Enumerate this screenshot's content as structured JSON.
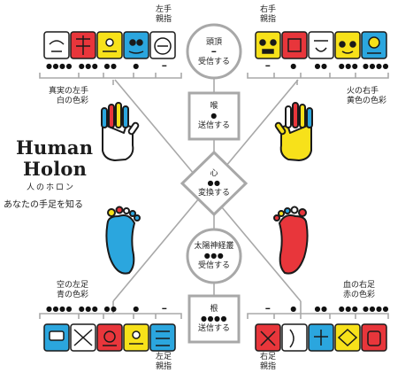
{
  "title": {
    "line1": "Human",
    "line2": "Holon",
    "reading": "人のホロン",
    "tagline": "あなたの手足を知る"
  },
  "nodes": {
    "crown": {
      "label": "頭頂",
      "dots": "━",
      "action": "受信する"
    },
    "throat": {
      "label": "喉",
      "dots": "●",
      "action": "送信する"
    },
    "heart": {
      "label": "心",
      "dots": "●●",
      "action": "変換する"
    },
    "solar": {
      "label": "太陽神経叢",
      "dots": "●●●",
      "action": "受信する"
    },
    "root": {
      "label": "根",
      "dots": "●●●●",
      "action": "送信する"
    }
  },
  "limbs": {
    "left_hand": {
      "line1": "真実の左手",
      "line2": "白の色彩"
    },
    "right_hand": {
      "line1": "火の右手",
      "line2": "黄色の色彩"
    },
    "left_foot": {
      "line1": "空の左足",
      "line2": "青の色彩"
    },
    "right_foot": {
      "line1": "血の右足",
      "line2": "赤の色彩"
    }
  },
  "digits": {
    "left_thumb": {
      "line1": "左手",
      "line2": "親指"
    },
    "right_thumb": {
      "line1": "右手",
      "line2": "親指"
    },
    "left_big_toe": {
      "line1": "左足",
      "line2": "親指"
    },
    "right_big_toe": {
      "line1": "右足",
      "line2": "親指"
    }
  },
  "dot_rows": {
    "top_left": [
      "●●●●",
      "●●●",
      "●●",
      "●",
      "━"
    ],
    "top_right": [
      "━",
      "●",
      "●●",
      "●●●",
      "●●●●"
    ],
    "bottom_left": [
      "●●●●",
      "●●●",
      "●●",
      "●",
      "━"
    ],
    "bottom_right": [
      "━",
      "●",
      "●●",
      "●●●",
      "●●●●"
    ]
  },
  "colors": {
    "white_family": "#ffffff",
    "red": "#e8363b",
    "yellow": "#f7e11a",
    "blue": "#2ba6de",
    "line": "#a8a8a8",
    "ink": "#1a1a1a"
  },
  "glyph_groups": {
    "top_left": [
      "white",
      "red",
      "yellow",
      "blue",
      "white"
    ],
    "top_right": [
      "yellow",
      "red",
      "white",
      "yellow",
      "blue"
    ],
    "bottom_left": [
      "blue",
      "white",
      "red",
      "yellow",
      "blue"
    ],
    "bottom_right": [
      "red",
      "white",
      "blue",
      "yellow",
      "red"
    ]
  }
}
